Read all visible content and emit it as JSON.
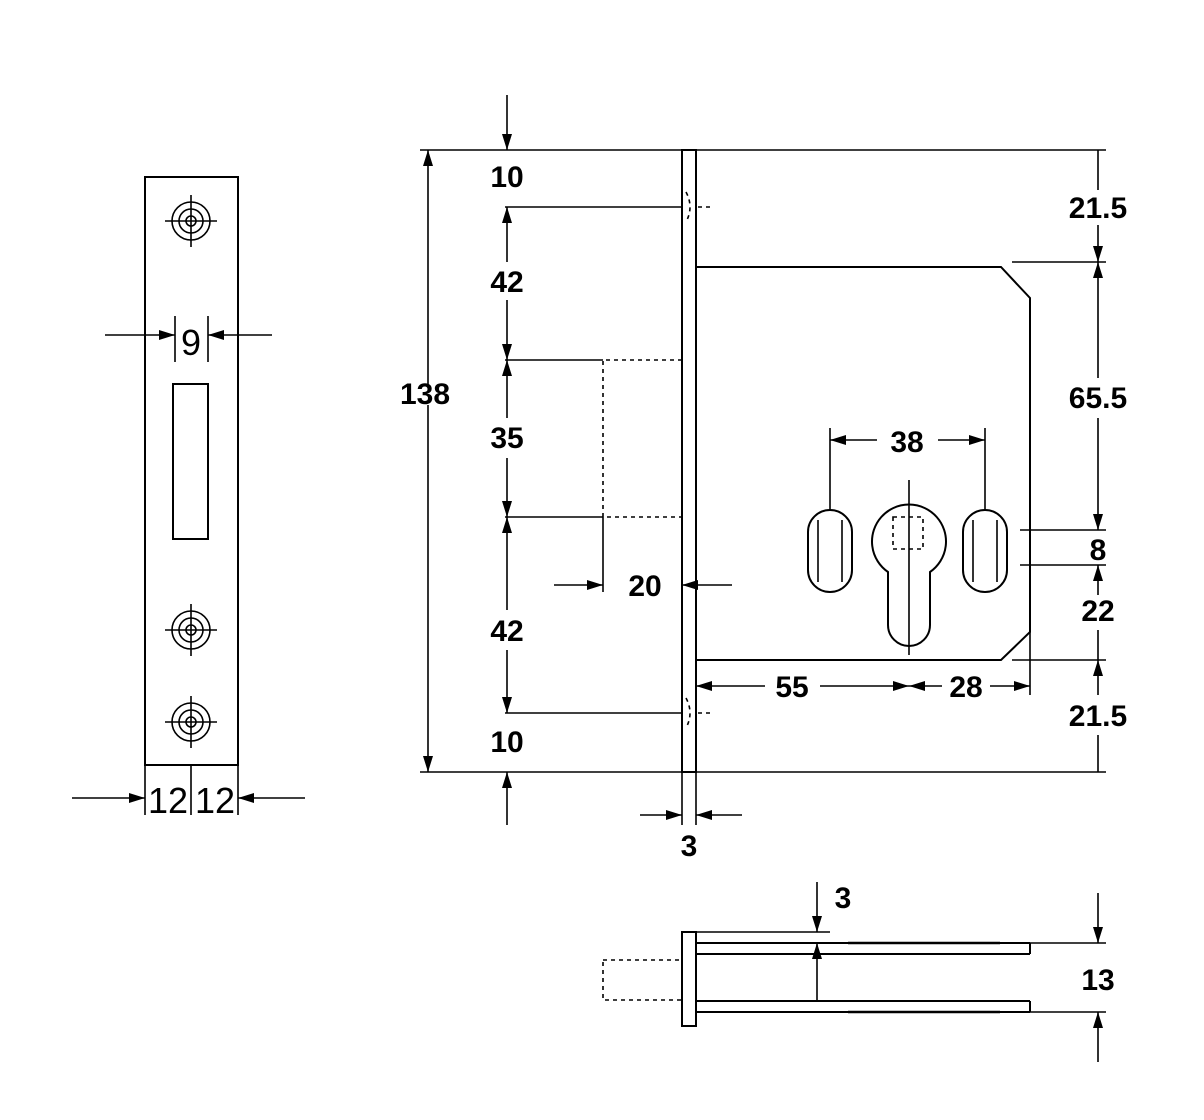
{
  "front_view": {
    "faceplate_width_left": "12",
    "faceplate_width_right": "12",
    "bolt_width": "9"
  },
  "side_view": {
    "overall_height": "138",
    "top_screw_offset": "10",
    "upper_screw_spacing": "42",
    "bolt_height": "35",
    "lower_screw_spacing": "42",
    "bottom_screw_offset": "10",
    "bolt_projection": "20",
    "faceplate_thickness": "3",
    "cylinder_spacing": "38",
    "backset": "55",
    "cylinder_to_back": "28",
    "case_top_offset": "21.5",
    "case_upper_height": "65.5",
    "cylinder_slot": "8",
    "cylinder_lower": "22",
    "case_bottom_offset": "21.5"
  },
  "top_view": {
    "wall_thickness": "3",
    "case_thickness": "13"
  }
}
